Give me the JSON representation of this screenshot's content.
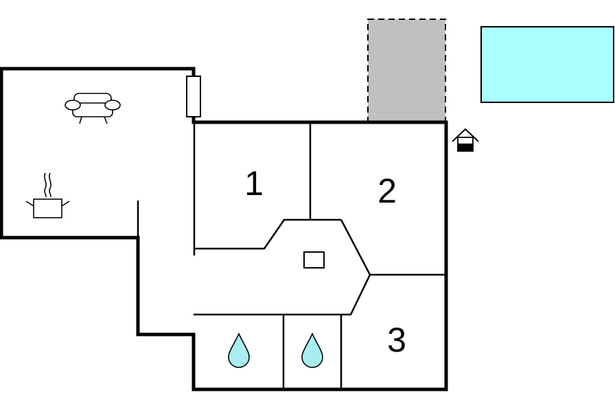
{
  "rooms": [
    {
      "label": "1"
    },
    {
      "label": "2"
    },
    {
      "label": "3"
    }
  ],
  "colors": {
    "walls": "#000000",
    "carport": "#c0c0c0",
    "pool": "#aaffff",
    "water_drop": "#a8eef0",
    "background": "#ffffff"
  },
  "icons": {
    "living_area": "sofa-icon",
    "kitchen": "cooking-pot-icon",
    "bathroom_1": "water-drop-icon",
    "bathroom_2": "water-drop-icon",
    "entrance": "house-entrance-icon",
    "stairs": "stair-hatch-icon",
    "terrace_door": "door-icon"
  }
}
